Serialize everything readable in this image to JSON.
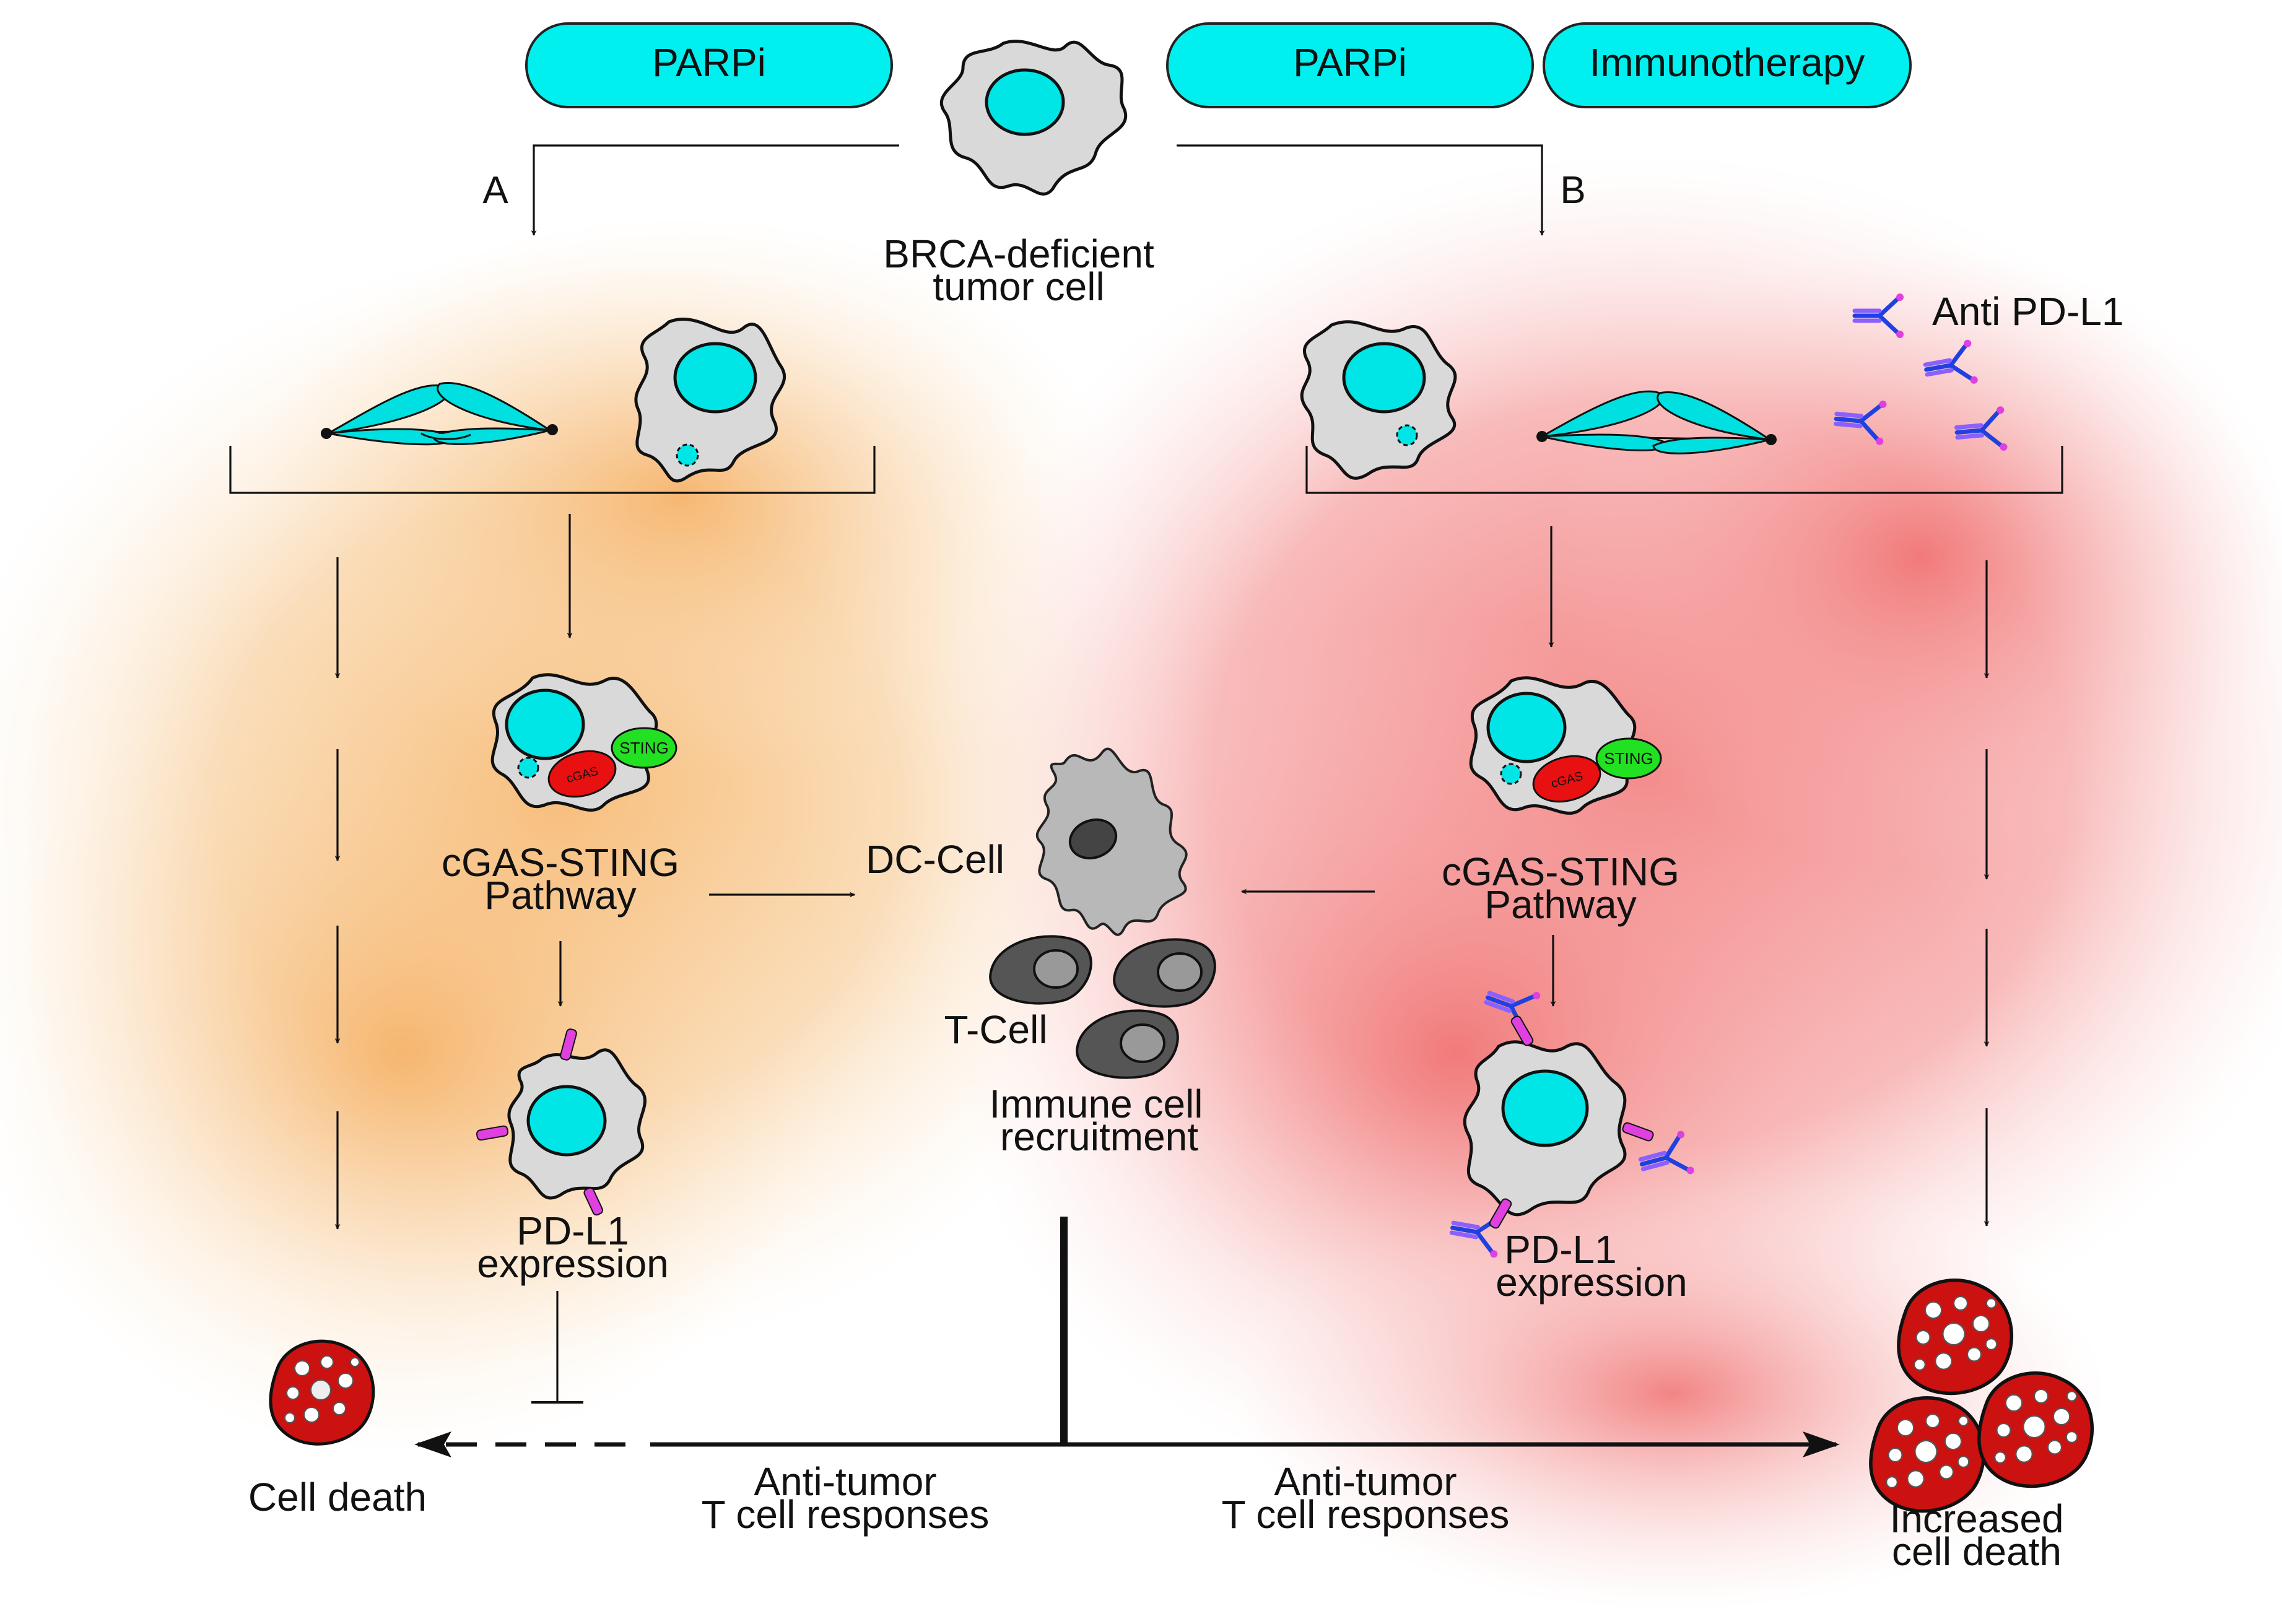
{
  "pills": {
    "left_parpi": "PARPi",
    "right_parpi": "PARPi",
    "immunotherapy": "Immunotherapy"
  },
  "branch": {
    "a": "A",
    "b": "B"
  },
  "tumor_cell": {
    "line1": "BRCA-deficient",
    "line2": "tumor cell"
  },
  "antibody_label": "Anti PD-L1",
  "cgas_label": "cGAS",
  "sting_label": "STING",
  "left": {
    "pathway_line1": "cGAS-STING",
    "pathway_line2": "Pathway",
    "pdl1_line1": "PD-L1",
    "pdl1_line2": "expression",
    "outcome": "Cell death",
    "response_line1": "Anti-tumor",
    "response_line2": "T cell responses"
  },
  "center": {
    "dc_cell": "DC-Cell",
    "t_cell": "T-Cell",
    "recruit_line1": "Immune cell",
    "recruit_line2": "recruitment"
  },
  "right": {
    "pathway_line1": "cGAS-STING",
    "pathway_line2": "Pathway",
    "pdl1_line1": "PD-L1",
    "pdl1_line2": "expression",
    "outcome_line1": "Increased",
    "outcome_line2": "cell death",
    "response_line1": "Anti-tumor",
    "response_line2": "T cell responses"
  },
  "colors": {
    "pill": "#00f0f0",
    "nucleus": "#00e6e6",
    "cell": "#d9d9d9",
    "cgas": "#e81010",
    "sting": "#22e022",
    "left_background": "#f7c58a",
    "right_background": "#f48a8a",
    "pdl1": "#e040e0",
    "antibody": "#2040e0",
    "dead_cell": "#cc1111"
  }
}
